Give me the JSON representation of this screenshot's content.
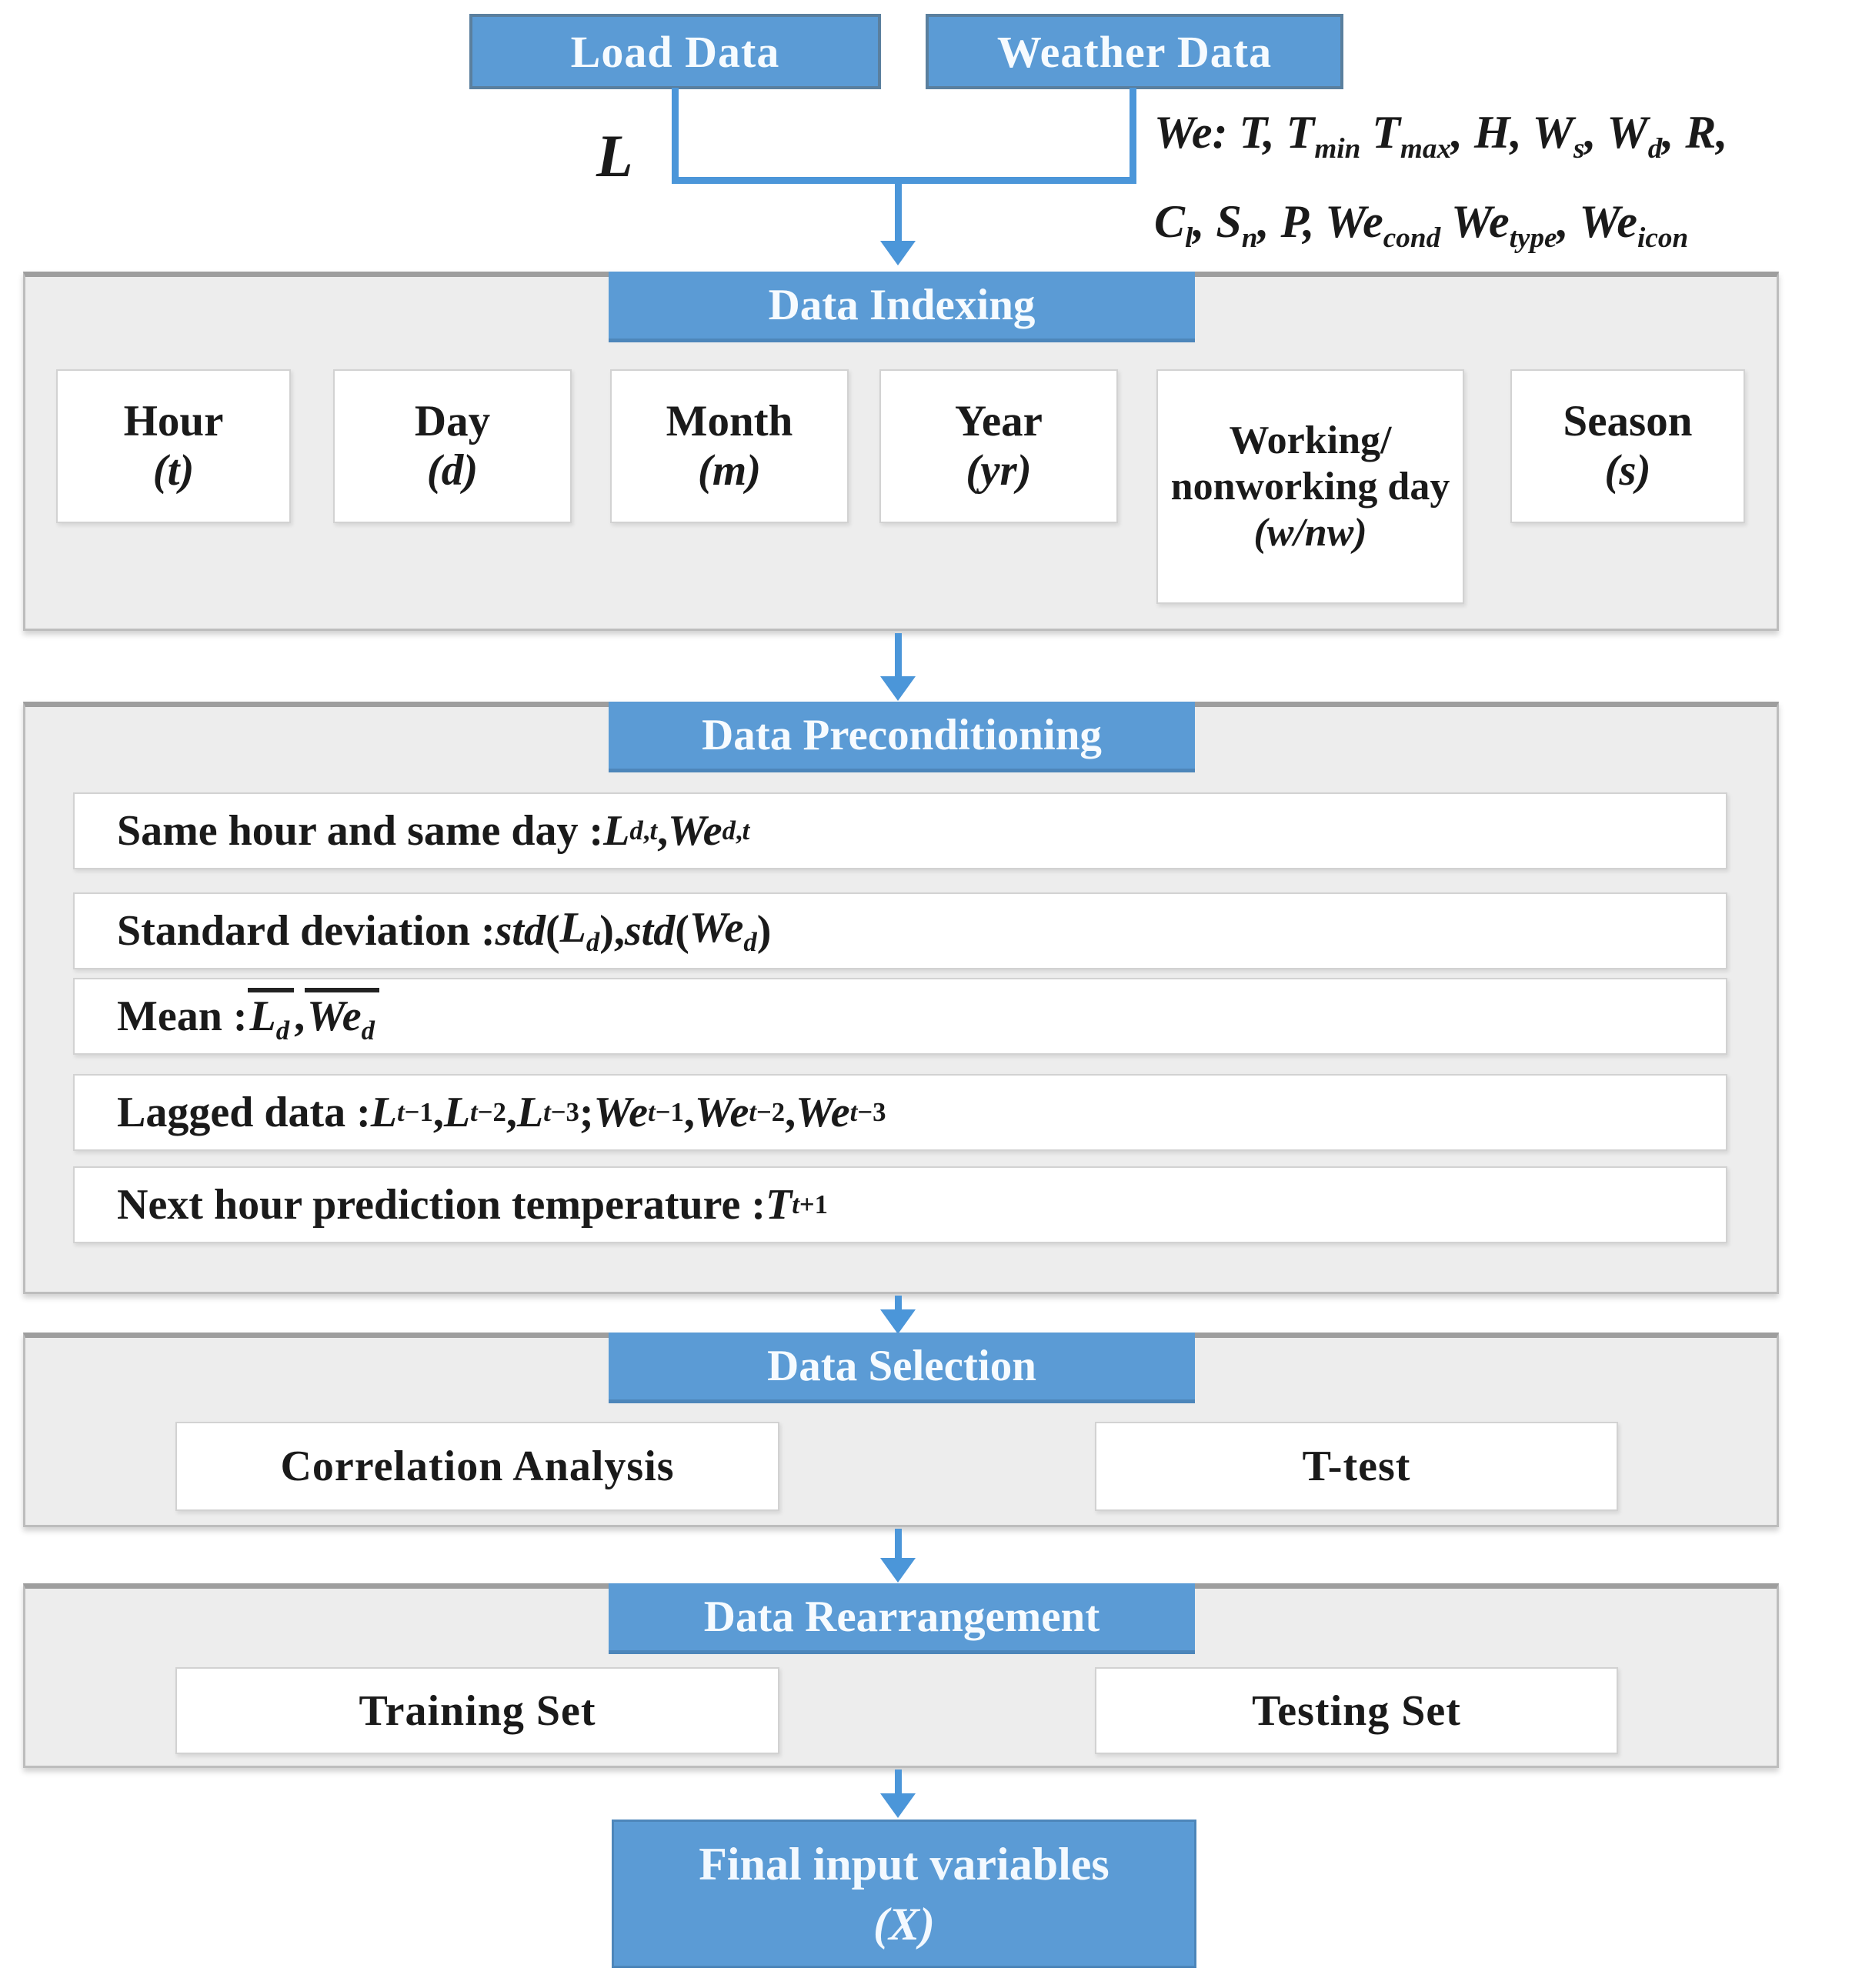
{
  "colors": {
    "accent_blue": "#5b9bd5",
    "arrow_blue": "#4b96d9",
    "panel_gray": "#ededed",
    "box_white": "#ffffff",
    "text_dark": "#1a1a1a",
    "text_on_blue": "#f6fbff"
  },
  "top": {
    "load_box": "Load Data",
    "weather_box": "Weather Data",
    "load_annotation": "L",
    "weather_annotation_html": "<i>We: T, T<sub>min</sub> T<sub>max</sub>, H, W<sub>s</sub>, W<sub>d</sub>, R,<br>C<sub>l</sub>, S<sub>n</sub>, P, We<sub>cond</sub> We<sub>type</sub>, We<sub>icon</sub></i>"
  },
  "sections": {
    "indexing": {
      "title": "Data Indexing",
      "boxes": [
        {
          "label": "Hour",
          "symbol": "(t)"
        },
        {
          "label": "Day",
          "symbol": "(d)"
        },
        {
          "label": "Month",
          "symbol": "(m)"
        },
        {
          "label": "Year",
          "symbol": "(yr)"
        },
        {
          "label": "Working/ nonworking day",
          "symbol": "(w/nw)"
        },
        {
          "label": "Season",
          "symbol": "(s)"
        }
      ]
    },
    "preconditioning": {
      "title": "Data Preconditioning",
      "rows_html": [
        "Same hour and same day : <i>L</i><sub><i>d</i>,<i>t</i></sub> , <i>We</i><sub><i>d</i>,<i>t</i></sub>",
        "Standard deviation : <i>std</i> (<b><i>L<sub>d</sub></i></b>), <i>std</i> (<b><i>We<sub>d</sub></i></b>)",
        "Mean : <span class=\"ovl\"><b><i>L<sub>d</sub></i></b></span>, <span class=\"ovl\"><b><i>We<sub>d</sub></i></b></span>",
        "Lagged data : <i>L</i><sub><i>t</i>−1</sub>, <i>L</i><sub><i>t</i>−2</sub>, <i>L</i><sub><i>t</i>−3</sub>; <i>We</i><sub><i>t</i>−1</sub>, <i>We</i><sub><i>t</i>−2</sub>, <i>We</i><sub><i>t</i>−3</sub>",
        "Next hour prediction temperature :<i>T</i><sub><i>t</i>+1</sub>"
      ]
    },
    "selection": {
      "title": "Data Selection",
      "boxes": [
        "Correlation Analysis",
        "T-test"
      ]
    },
    "rearrangement": {
      "title": "Data Rearrangement",
      "boxes": [
        "Training  Set",
        "Testing  Set"
      ]
    },
    "final": {
      "line1": "Final input variables",
      "line2": "(X)"
    }
  }
}
